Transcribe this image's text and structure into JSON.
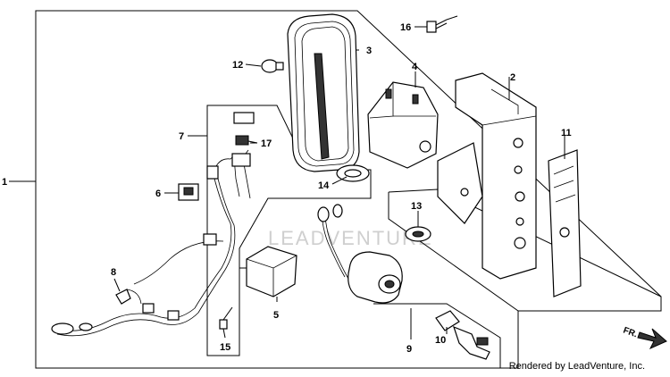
{
  "callouts": {
    "c1": "1",
    "c2": "2",
    "c3": "3",
    "c4": "4",
    "c5": "5",
    "c6": "6",
    "c7": "7",
    "c8": "8",
    "c9": "9",
    "c10": "10",
    "c11": "11",
    "c12": "12",
    "c13": "13",
    "c14": "14",
    "c15": "15",
    "c16": "16",
    "c17": "17"
  },
  "direction_label": "FR.",
  "watermark": "LEADVENTURE",
  "footer_text": "Rendered by LeadVenture, Inc."
}
